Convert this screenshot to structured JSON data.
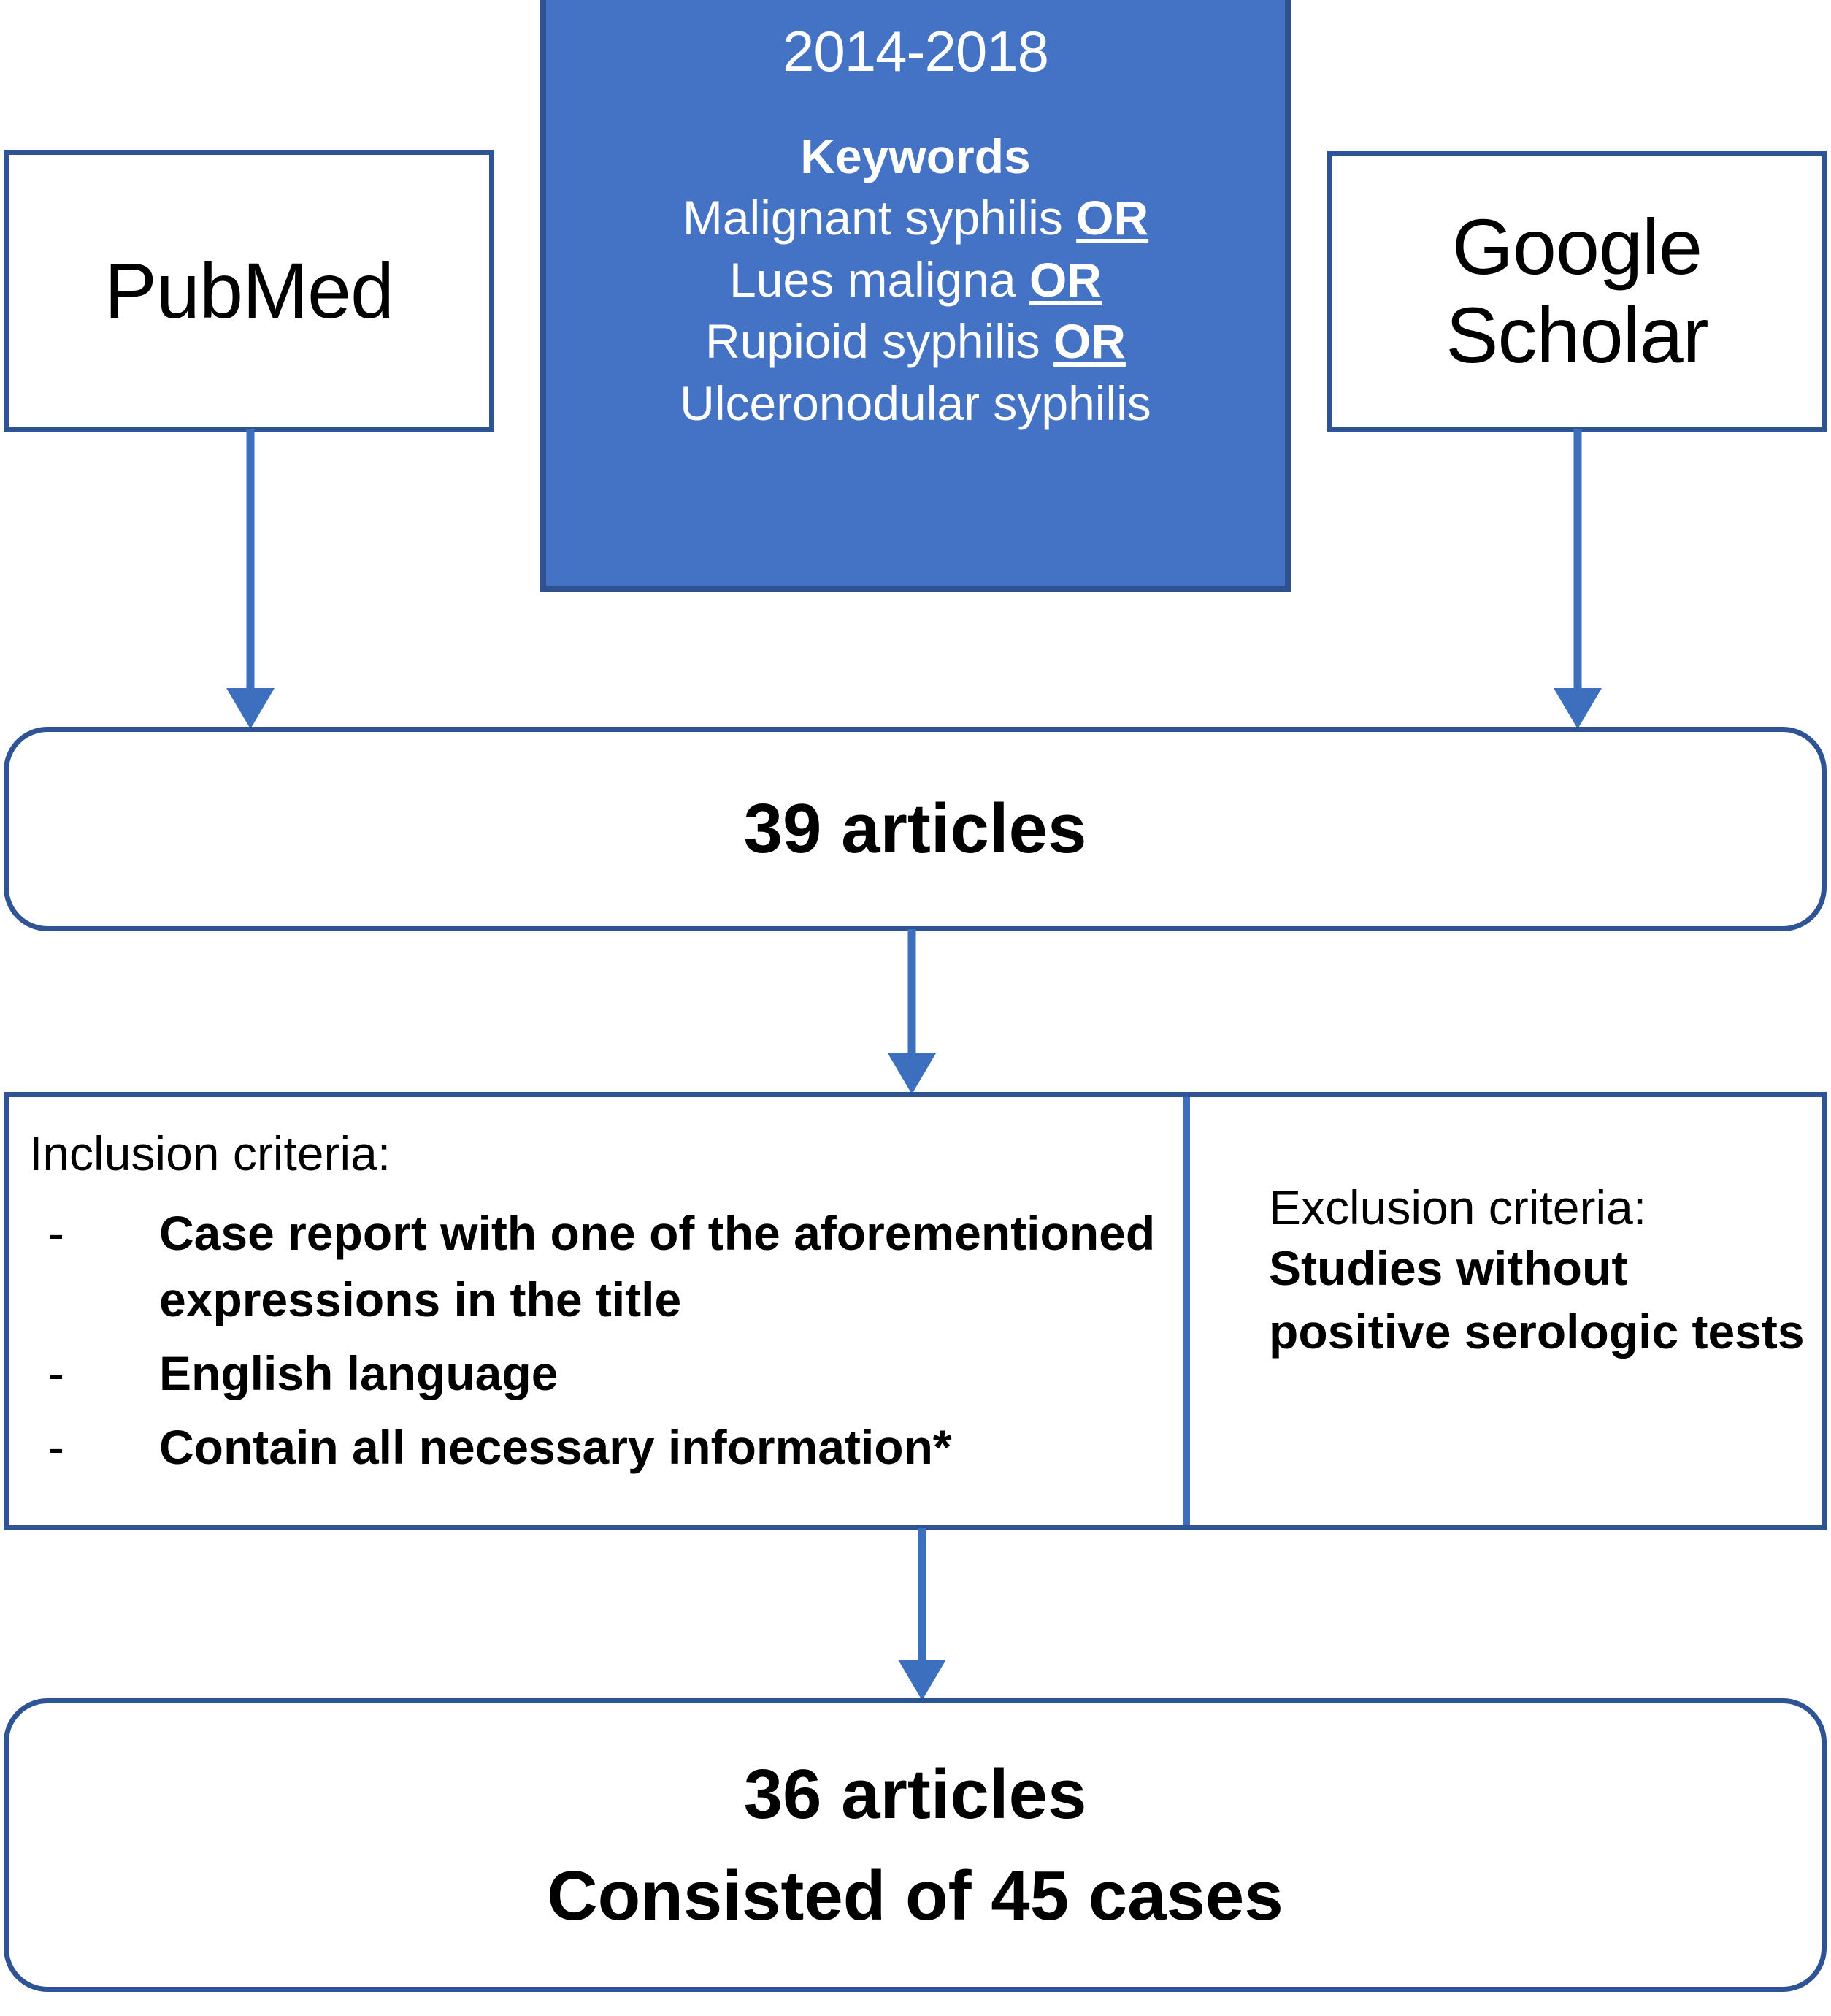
{
  "diagram": {
    "title": "Literature search flowchart",
    "accent_color": "#2E5496",
    "keyword_box_fill": "#4472C4",
    "arrow_color": "#3C6FBE"
  },
  "sources": {
    "pubmed": "PubMed",
    "scholar_line1": "Google",
    "scholar_line2": "Scholar"
  },
  "keywords_box": {
    "years": "2014-2018",
    "heading": "Keywords",
    "terms": [
      {
        "term": "Malignant syphilis",
        "operator": "OR"
      },
      {
        "term": "Lues maligna",
        "operator": "OR"
      },
      {
        "term": "Rupioid syphilis",
        "operator": "OR"
      },
      {
        "term": "Ulceronodular syphilis",
        "operator": ""
      }
    ]
  },
  "results": {
    "first_screen": "39 articles",
    "final_line1": "36 articles",
    "final_line2": "Consisted of 45 cases"
  },
  "criteria": {
    "inclusion": {
      "title": "Inclusion criteria:",
      "bullet_marker": "-",
      "items": [
        "Case report with one of the aforementioned expressions in the title",
        "English language",
        "Contain all necessary information*"
      ]
    },
    "exclusion": {
      "title": "Exclusion criteria:",
      "text": "Studies without positive serologic tests"
    }
  }
}
